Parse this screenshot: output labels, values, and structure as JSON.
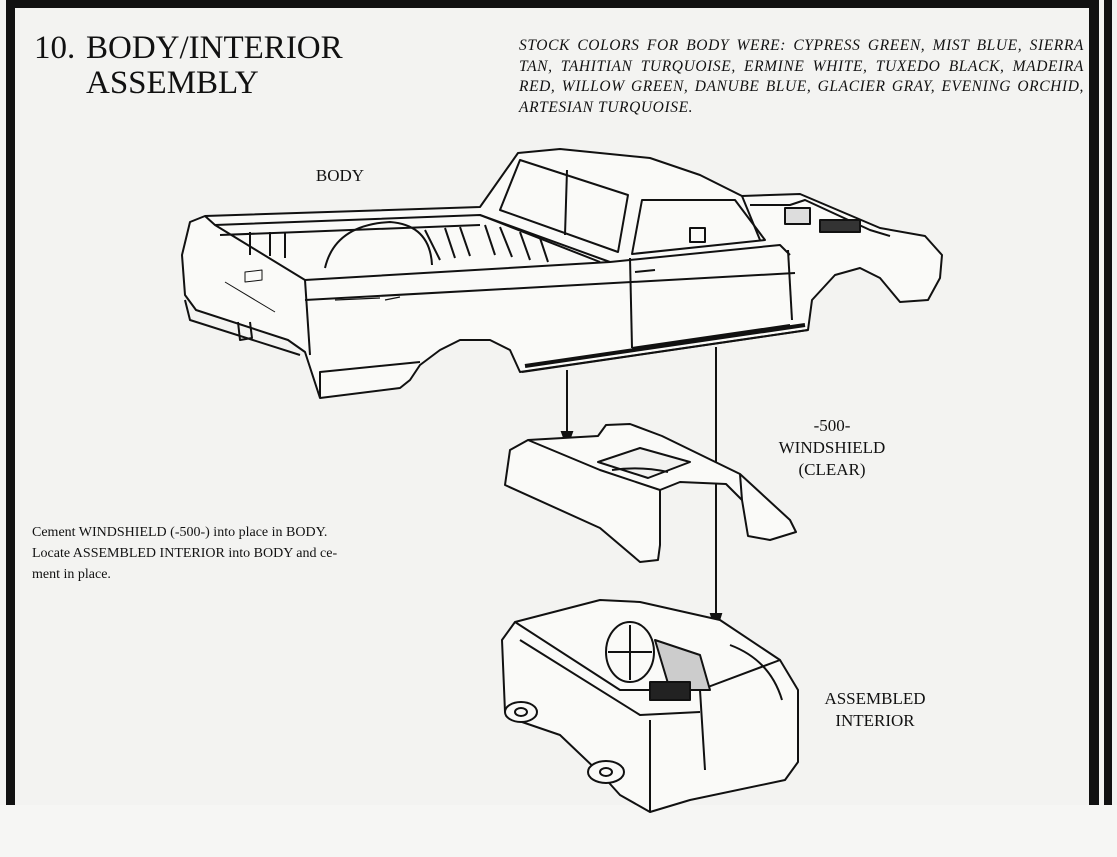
{
  "step": {
    "number": "10.",
    "title_line1": "BODY/INTERIOR",
    "title_line2": "ASSEMBLY"
  },
  "stock_colors_note": "STOCK COLORS FOR BODY WERE: CYPRESS GREEN, MIST BLUE, SIERRA TAN, TAHITIAN TURQUOISE, ERMINE WHITE, TUXEDO BLACK, MADEIRA RED, WILLOW GREEN, DANUBE BLUE, GLACIER GRAY, EVENING ORCHID, ARTESIAN TURQUOISE.",
  "labels": {
    "body": "BODY",
    "windshield_part_no": "-500-",
    "windshield_name": "WINDSHIELD",
    "windshield_spec": "(CLEAR)",
    "interior_line1": "ASSEMBLED",
    "interior_line2": "INTERIOR"
  },
  "instructions": {
    "line1": "Cement WINDSHIELD (-500-) into place in BODY.",
    "line2": "Locate ASSEMBLED INTERIOR into BODY and ce-",
    "line3": "ment in place."
  }
}
